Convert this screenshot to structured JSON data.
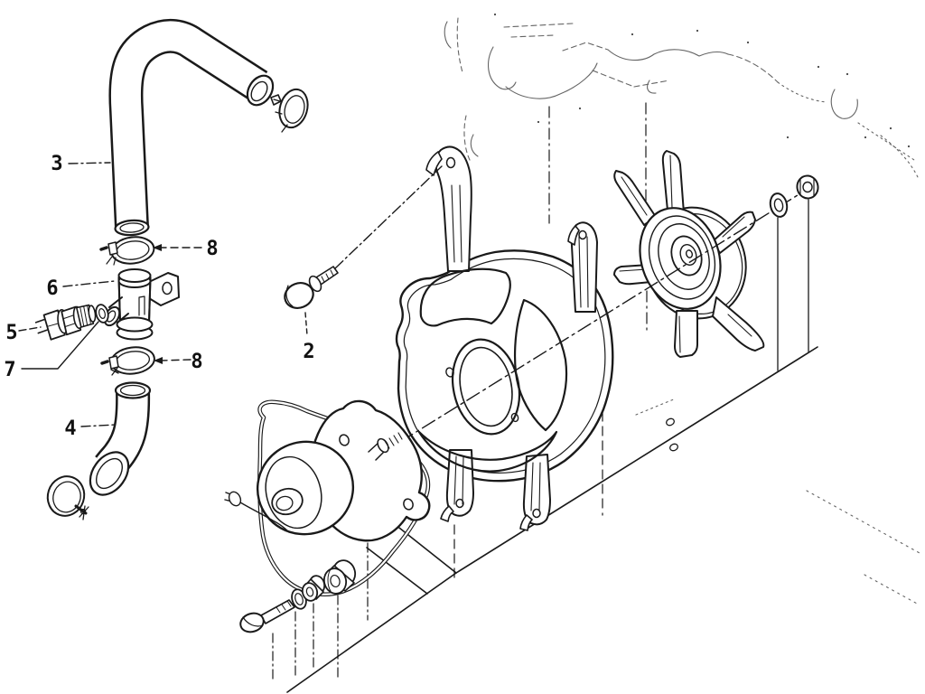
{
  "diagram": {
    "background": "#ffffff",
    "ink_color": "#1a1a1a",
    "faint_color": "#4a4a4a",
    "callouts": [
      {
        "number": "3"
      },
      {
        "number": "8"
      },
      {
        "number": "6"
      },
      {
        "number": "5"
      },
      {
        "number": "7"
      },
      {
        "number": "8"
      },
      {
        "number": "4"
      },
      {
        "number": "2"
      }
    ]
  }
}
